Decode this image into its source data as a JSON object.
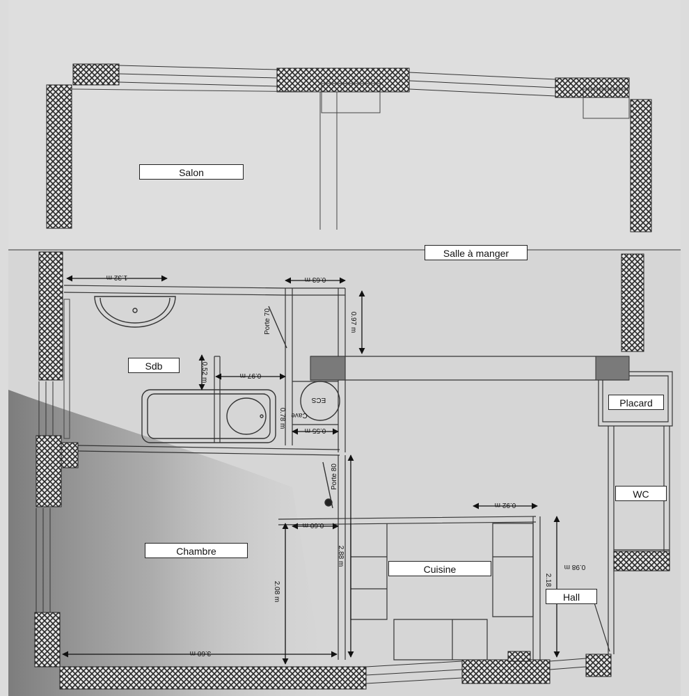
{
  "rooms": {
    "salon": "Salon",
    "salle_a_manger": "Salle à manger",
    "sdb": "Sdb",
    "placard": "Placard",
    "wc": "WC",
    "chambre": "Chambre",
    "cuisine": "Cuisine",
    "hall": "Hall"
  },
  "fixtures": {
    "ecs": "ECS",
    "cave": "Cave",
    "porte_70": "Porte 70",
    "porte_80": "Porte 80"
  },
  "dimensions": {
    "d1": "1.32 m",
    "d2": "0.63 m",
    "d3": "0.97 m",
    "d4": "0.52 m",
    "d5": "0.97 m",
    "d6": "0.78 m",
    "d7": "0.55 m",
    "d8": "0.92 m",
    "d9": "0.60 m",
    "d10": "2.88 m",
    "d11": "2.08 m",
    "d12": "3.60 m",
    "d13": "0.98 m",
    "d14": "2.18 m"
  },
  "colors": {
    "paper": "#dcdcdc",
    "wall_hatch": "#2a2a2a",
    "line": "#333333",
    "column": "#7a7a7a"
  }
}
